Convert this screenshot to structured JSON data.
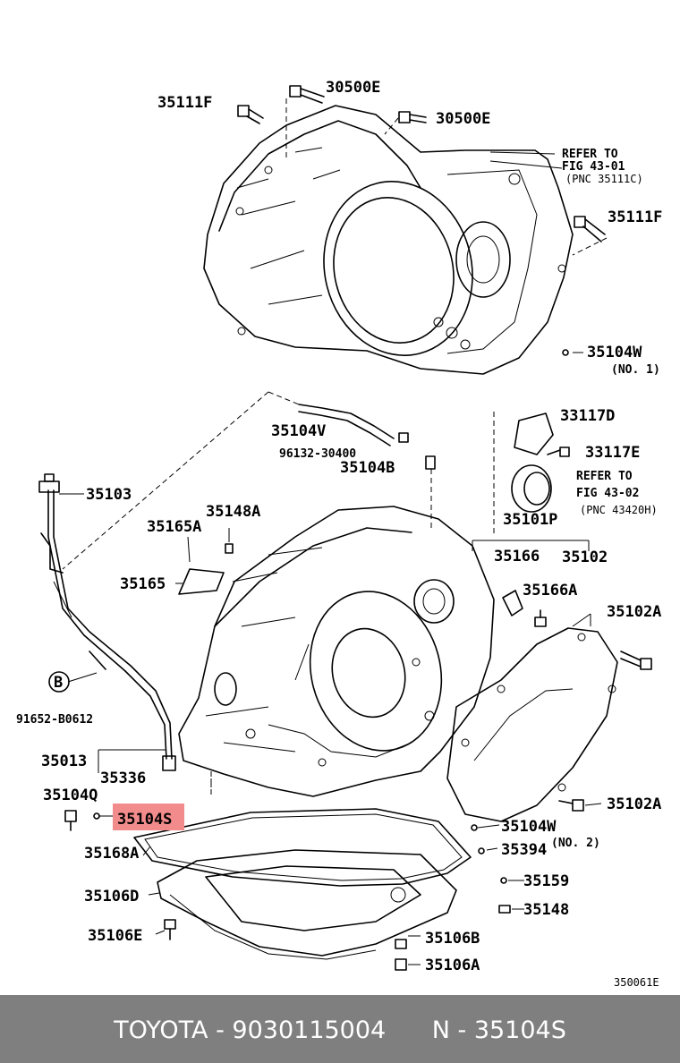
{
  "labels": {
    "l30500e_a": "30500E",
    "l30500e_b": "30500E",
    "l35111f_a": "35111F",
    "l35111f_b": "35111F",
    "refer1_l1": "REFER TO",
    "refer1_l2": "FIG 43-01",
    "refer1_l3": "(PNC 35111C)",
    "l35104w_1": "35104W",
    "no1": "(NO. 1)",
    "l35104v": "35104V",
    "l96132": "96132-30400",
    "l35104b": "35104B",
    "l33117d": "33117D",
    "l33117e": "33117E",
    "refer2_l1": "REFER TO",
    "refer2_l2": "FIG 43-02",
    "refer2_l3": "(PNC 43420H)",
    "l35103": "35103",
    "l35148a": "35148A",
    "l35165a": "35165A",
    "l35101p": "35101P",
    "l35166": "35166",
    "l35102": "35102",
    "l35165": "35165",
    "l35166a": "35166A",
    "l35102a_1": "35102A",
    "b_marker": "B",
    "l91652": "91652-B0612",
    "l35013": "35013",
    "l35336": "35336",
    "l35104q": "35104Q",
    "l35104s": "35104S",
    "l35102a_2": "35102A",
    "l35104w_2": "35104W",
    "no2": "(NO. 2)",
    "l35394": "35394",
    "l35168a": "35168A",
    "l35159": "35159",
    "l35106d": "35106D",
    "l35148": "35148",
    "l35106e": "35106E",
    "l35106b": "35106B",
    "l35106a": "35106A",
    "figure_code": "350061E"
  },
  "highlight_color": "#f28b8b",
  "footer": {
    "text": "TOYOTA - 9030115004      N - 35104S"
  }
}
